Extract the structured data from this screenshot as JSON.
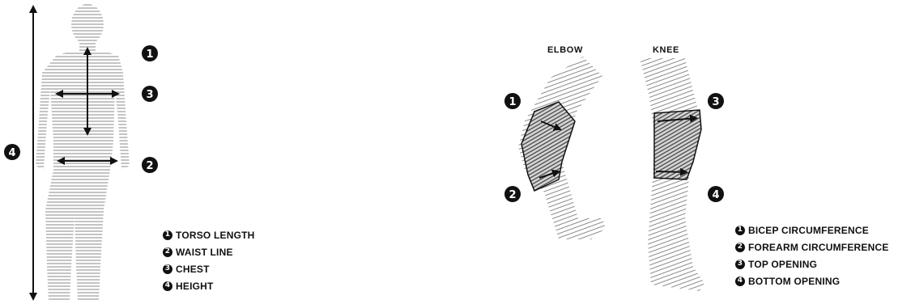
{
  "figure": {
    "body_callouts": [
      "1",
      "3",
      "4",
      "2"
    ],
    "brace_callouts": [
      "1",
      "2",
      "3",
      "4"
    ]
  },
  "brace": {
    "elbow_title": "ELBOW",
    "knee_title": "KNEE"
  },
  "legend_body": [
    {
      "num": "1",
      "label": "TORSO LENGTH"
    },
    {
      "num": "2",
      "label": "WAIST LINE"
    },
    {
      "num": "3",
      "label": "CHEST"
    },
    {
      "num": "4",
      "label": "HEIGHT"
    }
  ],
  "legend_brace": [
    {
      "num": "1",
      "label": "BICEP CIRCUMFERENCE"
    },
    {
      "num": "2",
      "label": "FOREARM CIRCUMFERENCE"
    },
    {
      "num": "3",
      "label": "TOP OPENING"
    },
    {
      "num": "4",
      "label": "BOTTOM OPENING"
    }
  ],
  "colors": {
    "ink": "#111111",
    "hatch": "#8a8a8a",
    "brace_fill": "#555555"
  }
}
